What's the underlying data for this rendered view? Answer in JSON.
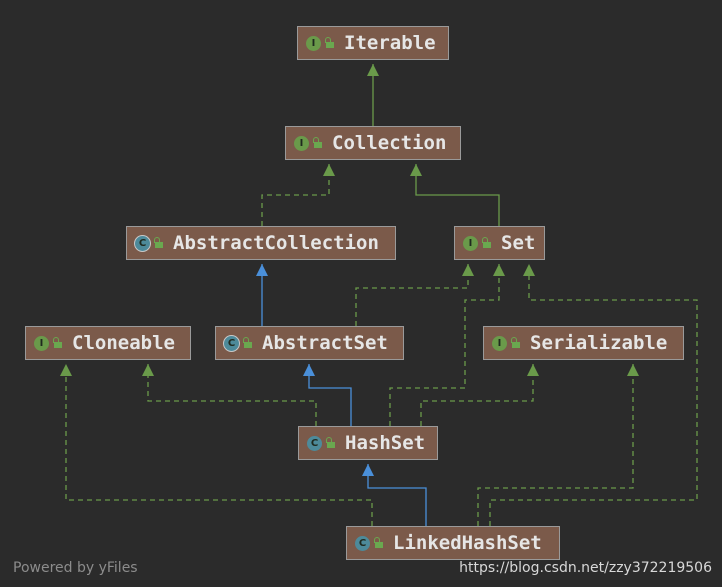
{
  "nodes": {
    "iterable": {
      "name": "Iterable",
      "kind": "I"
    },
    "collection": {
      "name": "Collection",
      "kind": "I"
    },
    "abstract_collection": {
      "name": "AbstractCollection",
      "kind": "C"
    },
    "set": {
      "name": "Set",
      "kind": "I"
    },
    "cloneable": {
      "name": "Cloneable",
      "kind": "I"
    },
    "abstract_set": {
      "name": "AbstractSet",
      "kind": "C"
    },
    "serializable": {
      "name": "Serializable",
      "kind": "I"
    },
    "hash_set": {
      "name": "HashSet",
      "kind": "C"
    },
    "linked_hash_set": {
      "name": "LinkedHashSet",
      "kind": "C"
    }
  },
  "edges": [
    {
      "from": "Collection",
      "to": "Iterable",
      "type": "extends-interface"
    },
    {
      "from": "AbstractCollection",
      "to": "Collection",
      "type": "implements"
    },
    {
      "from": "Set",
      "to": "Collection",
      "type": "extends-interface"
    },
    {
      "from": "AbstractSet",
      "to": "AbstractCollection",
      "type": "extends-class"
    },
    {
      "from": "AbstractSet",
      "to": "Set",
      "type": "implements"
    },
    {
      "from": "HashSet",
      "to": "AbstractSet",
      "type": "extends-class"
    },
    {
      "from": "HashSet",
      "to": "Set",
      "type": "implements"
    },
    {
      "from": "HashSet",
      "to": "Cloneable",
      "type": "implements"
    },
    {
      "from": "HashSet",
      "to": "Serializable",
      "type": "implements"
    },
    {
      "from": "LinkedHashSet",
      "to": "HashSet",
      "type": "extends-class"
    },
    {
      "from": "LinkedHashSet",
      "to": "Set",
      "type": "implements"
    },
    {
      "from": "LinkedHashSet",
      "to": "Cloneable",
      "type": "implements"
    },
    {
      "from": "LinkedHashSet",
      "to": "Serializable",
      "type": "implements"
    }
  ],
  "colors": {
    "background": "#2b2b2b",
    "node_fill": "#7b5a4a",
    "interface_edge": "#6a9a4a",
    "class_edge": "#4a8fd9"
  },
  "footer": {
    "powered_by": "Powered by yFiles",
    "url": "https://blog.csdn.net/zzy372219506"
  }
}
